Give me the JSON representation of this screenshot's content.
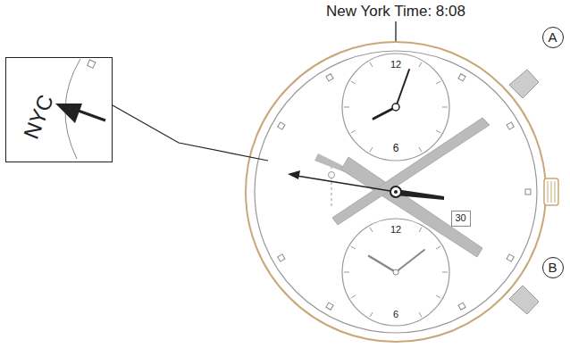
{
  "diagram": {
    "nodes": [
      {
        "text": [
          "NYC"
        ]
      },
      {
        "text": [
          "30"
        ]
      },
      {
        "text": [
          "A"
        ]
      },
      {
        "text": [
          "B"
        ]
      }
    ],
    "labels": [
      "New York Time: 8:08",
      "12",
      "6",
      "12",
      "6"
    ]
  }
}
